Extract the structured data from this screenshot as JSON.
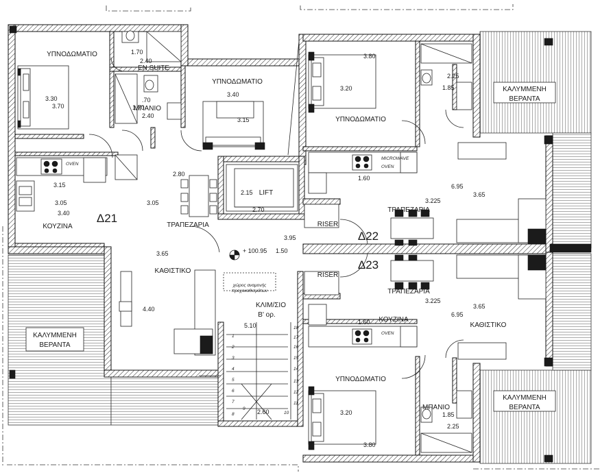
{
  "rooms": {
    "bedroom_d21_master": "ΥΠΝΟΔΩΜΑΤΙΟ",
    "bedroom_d21_second": "ΥΠΝΟΔΩΜΑΤΙΟ",
    "en_suite": "EN SUITE",
    "bath_d21": "ΜΠΑΝΙΟ",
    "kitchen_d21": "ΚΟΥΖΙΝΑ",
    "dining_d21": "ΤΡΑΠΕΖΑΡΙΑ",
    "living_d21": "ΚΑΘΙΣΤΙΚΟ",
    "veranda_left_l1": "ΚΑΛΥΜΜΕΝΗ",
    "veranda_left_l2": "ΒΕΡΑΝΤΑ",
    "lift": "LIFT",
    "riser_top": "RISER",
    "riser_bottom": "RISER",
    "stair_l1": "ΚΛΙΜ/ΣΙΟ",
    "stair_l2": "Β' ορ.",
    "waiting_l1": "χώρος αναμονής",
    "waiting_l2": "προχοκαθισμάτων",
    "bedroom_d22": "ΥΠΝΟΔΩΜΑΤΙΟ",
    "dining_d22": "ΤΡΑΠΕΖΑΡΙΑ",
    "veranda_tr_l1": "ΚΑΛΥΜΜΕΝΗ",
    "veranda_tr_l2": "ΒΕΡΑΝΤΑ",
    "dining_d23": "ΤΡΑΠΕΖΑΡΙΑ",
    "kitchen_d23": "ΚΟΥΖΙΝΑ",
    "living_d23": "ΚΑΘΙΣΤΙΚΟ",
    "bedroom_d23": "ΥΠΝΟΔΩΜΑΤΙΟ",
    "bath_d23": "ΜΠΑΝΙΟ",
    "veranda_br_l1": "ΚΑΛΥΜΜΕΝΗ",
    "veranda_br_l2": "ΒΕΡΑΝΤΑ",
    "oven_label": "OVEN",
    "microwave_label": "MICROWAVE"
  },
  "units": {
    "d21": "Δ21",
    "d22": "Δ22",
    "d23": "Δ23"
  },
  "level": "+ 100.95",
  "dimensions": {
    "d_1_70": "1.70",
    "d_2_40": "2.40",
    "d_3_30": "3.30",
    "d_3_70": "3.70",
    "d_0_70": ".70",
    "d_1_70b": "1.70",
    "d_2_40b": "2.40",
    "d_3_40": "3.40",
    "d_3_15": "3.15",
    "d_2_80": "2.80",
    "d_3_15k": "3.15",
    "d_3_05a": "3.05",
    "d_3_05b": "3.05",
    "d_3_40k": "3.40",
    "d_2_15": "2.15",
    "d_2_70": "2.70",
    "d_3_65": "3.65",
    "d_3_95": "3.95",
    "d_1_50": "1.50",
    "d_4_40": "4.40",
    "d_5_10": "5.10",
    "d_2_60": "2.60",
    "d_3_80t": "3.80",
    "d_3_20t": "3.20",
    "d_2_25t": "2.25",
    "d_1_85t": "1.85",
    "d_1_60t": "1.60",
    "d_6_95t": "6.95",
    "d_3_225t": "3.225",
    "d_3_65t": "3.65",
    "d_3_225b": "3.225",
    "d_3_65b": "3.65",
    "d_1_60b": "1.60",
    "d_6_95b": "6.95",
    "d_3_20b": "3.20",
    "d_1_85b": "1.85",
    "d_2_25b": "2.25",
    "d_3_80b": "3.80"
  },
  "stair_steps": [
    "1",
    "2",
    "3",
    "4",
    "5",
    "6",
    "7",
    "8",
    "9",
    "10",
    "11",
    "12",
    "13",
    "14",
    "15",
    "16",
    "17",
    "18"
  ],
  "colors": {
    "line": "#111111",
    "background": "#ffffff",
    "furniture_dark": "#1b1b1b"
  }
}
